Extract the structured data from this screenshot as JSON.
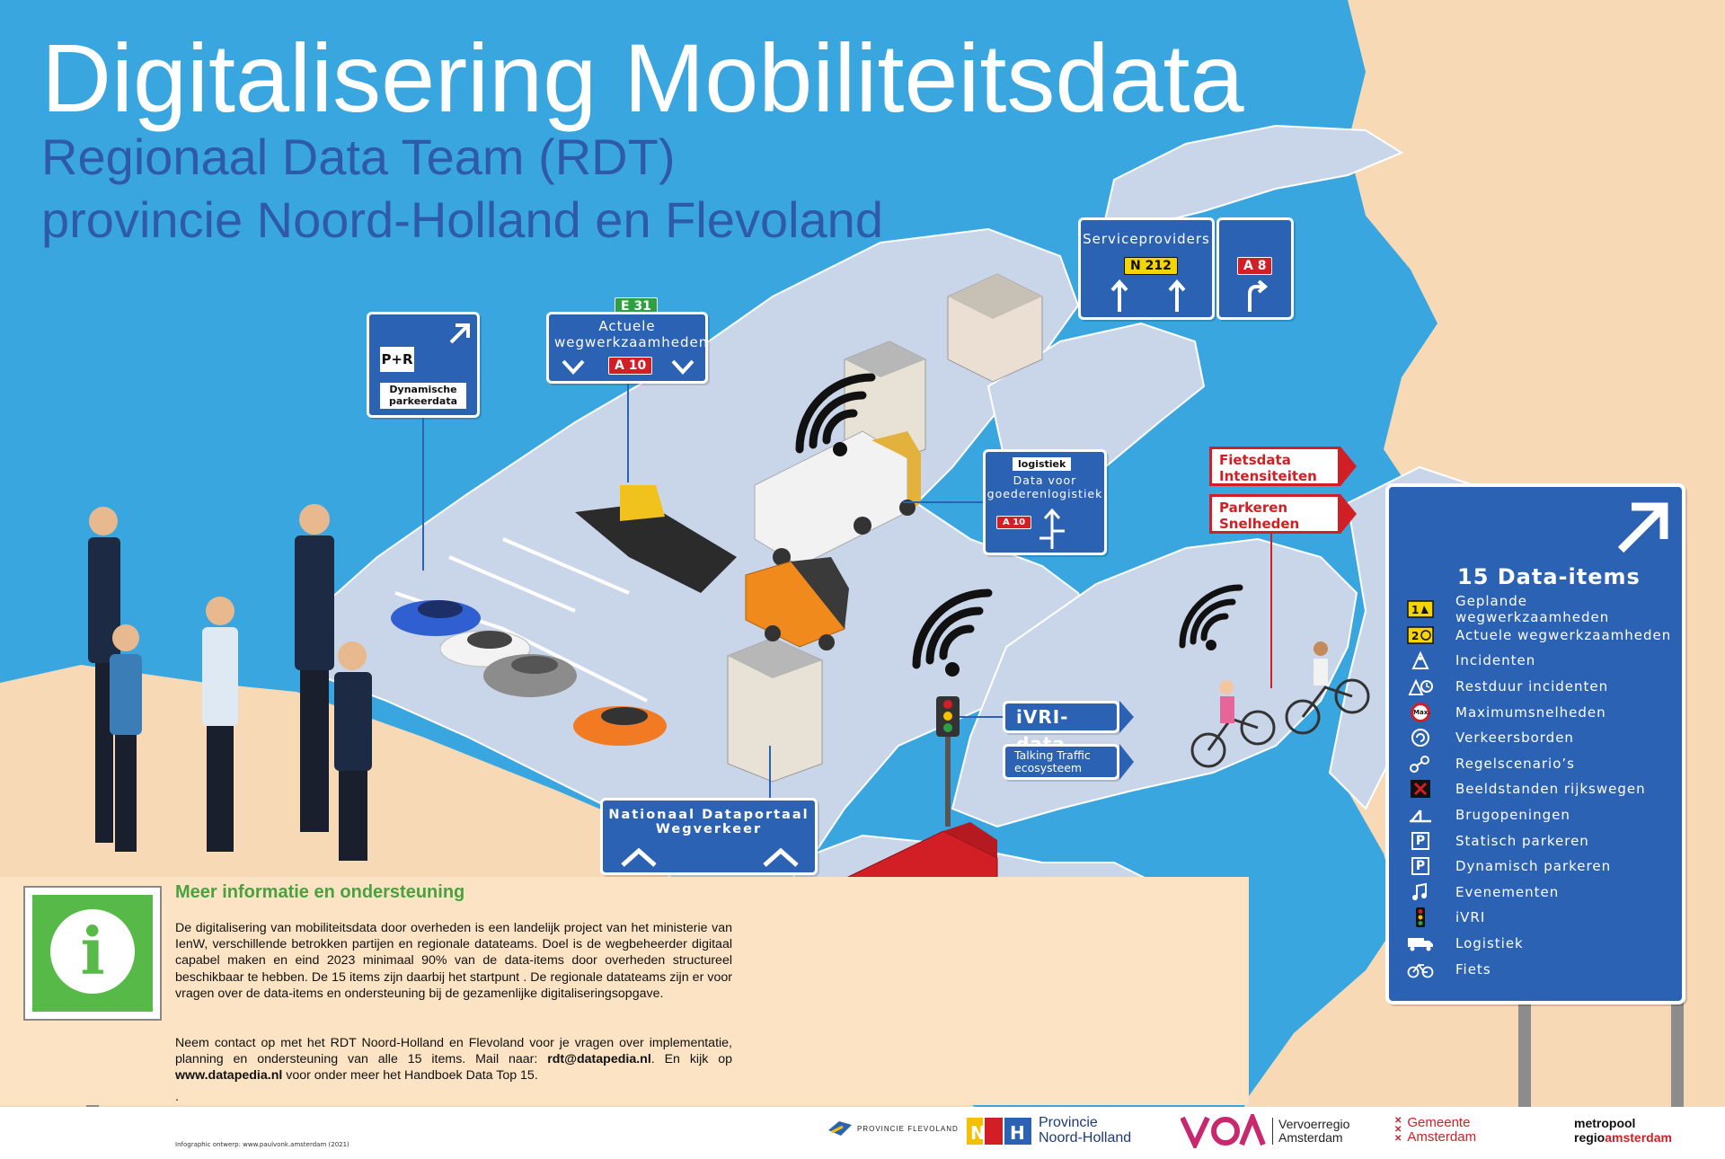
{
  "header": {
    "title": "Digitalisering Mobiliteitsdata",
    "subtitle_line1": "Regionaal Data Team (RDT)",
    "subtitle_line2": "provincie Noord-Holland en Flevoland"
  },
  "colors": {
    "sea": "#3aa6df",
    "land": "#c9d6ea",
    "sand": "#f7d9b5",
    "sign_blue": "#2c62b4",
    "red": "#d21f26",
    "green": "#57b947"
  },
  "signs": {
    "parking": {
      "pr_label": "P+R",
      "caption": "Dynamische parkeerdata"
    },
    "roadworks": {
      "route_top": "E 31",
      "label": "Actuele wegwerkzaamheden",
      "route": "A 10"
    },
    "serviceproviders": {
      "label": "Serviceproviders",
      "route": "N 212"
    },
    "a8": {
      "route": "A 8"
    },
    "logistics": {
      "badge": "logistiek",
      "label": "Data voor goederenlogistiek",
      "route": "A 10"
    },
    "cycling": {
      "line1": "Fietsdata",
      "line2": "Intensiteiten"
    },
    "parking_speed": {
      "line1": "Parkeren",
      "line2": "Snelheden"
    },
    "ivri": {
      "label": "iVRI-data"
    },
    "talking_traffic": {
      "label": "Talking Traffic ecosysteem"
    },
    "ndw": {
      "line1": "Nationaal Dataportaal",
      "line2": "Wegverkeer"
    }
  },
  "data_items": {
    "heading": "15 Data-items",
    "items": [
      {
        "label": "Geplande wegwerkzaamheden",
        "icon": "roadworks-planned-icon"
      },
      {
        "label": "Actuele wegwerkzaamheden",
        "icon": "roadworks-current-icon"
      },
      {
        "label": "Incidenten",
        "icon": "incident-icon"
      },
      {
        "label": "Restduur incidenten",
        "icon": "incident-duration-icon"
      },
      {
        "label": "Maximumsnelheden",
        "icon": "speed-limit-icon",
        "icon_text": "Max."
      },
      {
        "label": "Verkeersborden",
        "icon": "traffic-sign-icon"
      },
      {
        "label": "Regelscenario’s",
        "icon": "scenario-icon"
      },
      {
        "label": "Beeldstanden rijkswegen",
        "icon": "lane-closed-icon"
      },
      {
        "label": "Brugopeningen",
        "icon": "bridge-icon"
      },
      {
        "label": "Statisch parkeren",
        "icon": "parking-static-icon",
        "icon_text": "P"
      },
      {
        "label": "Dynamisch parkeren",
        "icon": "parking-dynamic-icon",
        "icon_text": "P"
      },
      {
        "label": "Evenementen",
        "icon": "event-icon"
      },
      {
        "label": "iVRI",
        "icon": "traffic-light-icon"
      },
      {
        "label": "Logistiek",
        "icon": "truck-icon"
      },
      {
        "label": "Fiets",
        "icon": "bicycle-icon"
      }
    ]
  },
  "info": {
    "heading": "Meer informatie en ondersteuning",
    "icon_letter": "i",
    "para1": "De digitalisering van mobiliteitsdata door overheden is een landelijk project van het ministerie van IenW, verschillende betrokken partijen en regionale datateams. Doel is de wegbeheerder digitaal capabel maken en eind 2023 minimaal 90% van de data-items door overheden structureel beschikbaar te hebben. De 15 items zijn daarbij het startpunt . De regionale datateams zijn er voor vragen over de data-items en ondersteuning bij de gezamenlijke digitaliseringsopgave.",
    "para2_a": "Neem contact op met het RDT Noord-Holland en Flevoland voor je vragen over implementatie, planning en ondersteuning van alle 15 items. Mail naar: ",
    "email": "rdt@datapedia.nl",
    "para2_b": ". En kijk op ",
    "website": "www.datapedia.nl",
    "para2_c": " voor onder meer het Handboek Data Top 15.",
    "dot": "."
  },
  "footer": {
    "credit": "Infographic ontwerp: www.paulvonk.amsterdam (2021)",
    "logos": {
      "flevoland": "PROVINCIE FLEVOLAND",
      "nh_line1": "Provincie",
      "nh_line2": "Noord-Holland",
      "va_line1": "Vervoerregio",
      "va_line2": "Amsterdam",
      "ams_line1": "Gemeente",
      "ams_line2": "Amsterdam",
      "mra_line1": "metropool",
      "mra_line2a": "regio",
      "mra_line2b": "amsterdam"
    }
  }
}
